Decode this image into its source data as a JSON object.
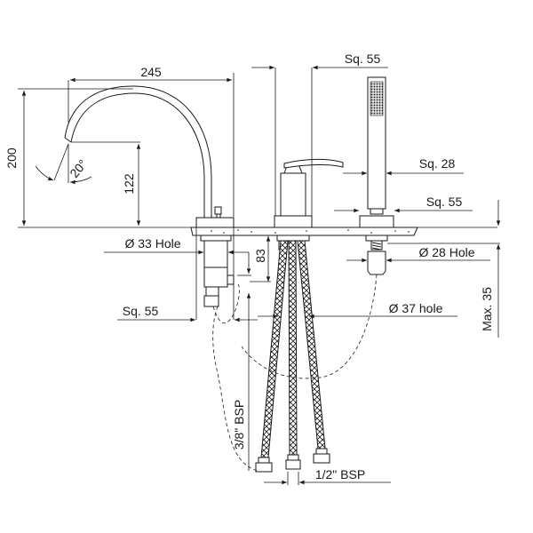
{
  "drawing": {
    "title": "Deck-mounted bath/shower mixer with spout and handshower — dimensional drawing",
    "units": "mm",
    "colors": {
      "line": "#1a1a1a",
      "background": "#ffffff"
    }
  },
  "dimensions": {
    "spout_reach": "245",
    "spout_height": "200",
    "outlet_height": "122",
    "outlet_angle": "20°",
    "mixer_body_width": "Sq. 55",
    "handshower_width": "Sq. 28",
    "handshower_base": "Sq. 55",
    "spout_hole": "Ø 33 Hole",
    "spout_base": "Sq. 55",
    "shank_length": "83",
    "handshower_hole": "Ø 28 Hole",
    "mixer_hole": "Ø 37 hole",
    "max_deck_thickness": "Max. 35",
    "hose_thread_small": "3/8\" BSP",
    "hose_thread_large": "1/2\" BSP"
  },
  "components": [
    {
      "name": "Spout",
      "icon": "gooseneck-spout-icon"
    },
    {
      "name": "Single-lever mixer",
      "icon": "mixer-lever-icon"
    },
    {
      "name": "Square handshower",
      "icon": "handshower-icon"
    },
    {
      "name": "Braided flexible hoses",
      "icon": "braided-hose-icon"
    },
    {
      "name": "Deck plate",
      "icon": "deck-icon"
    }
  ]
}
